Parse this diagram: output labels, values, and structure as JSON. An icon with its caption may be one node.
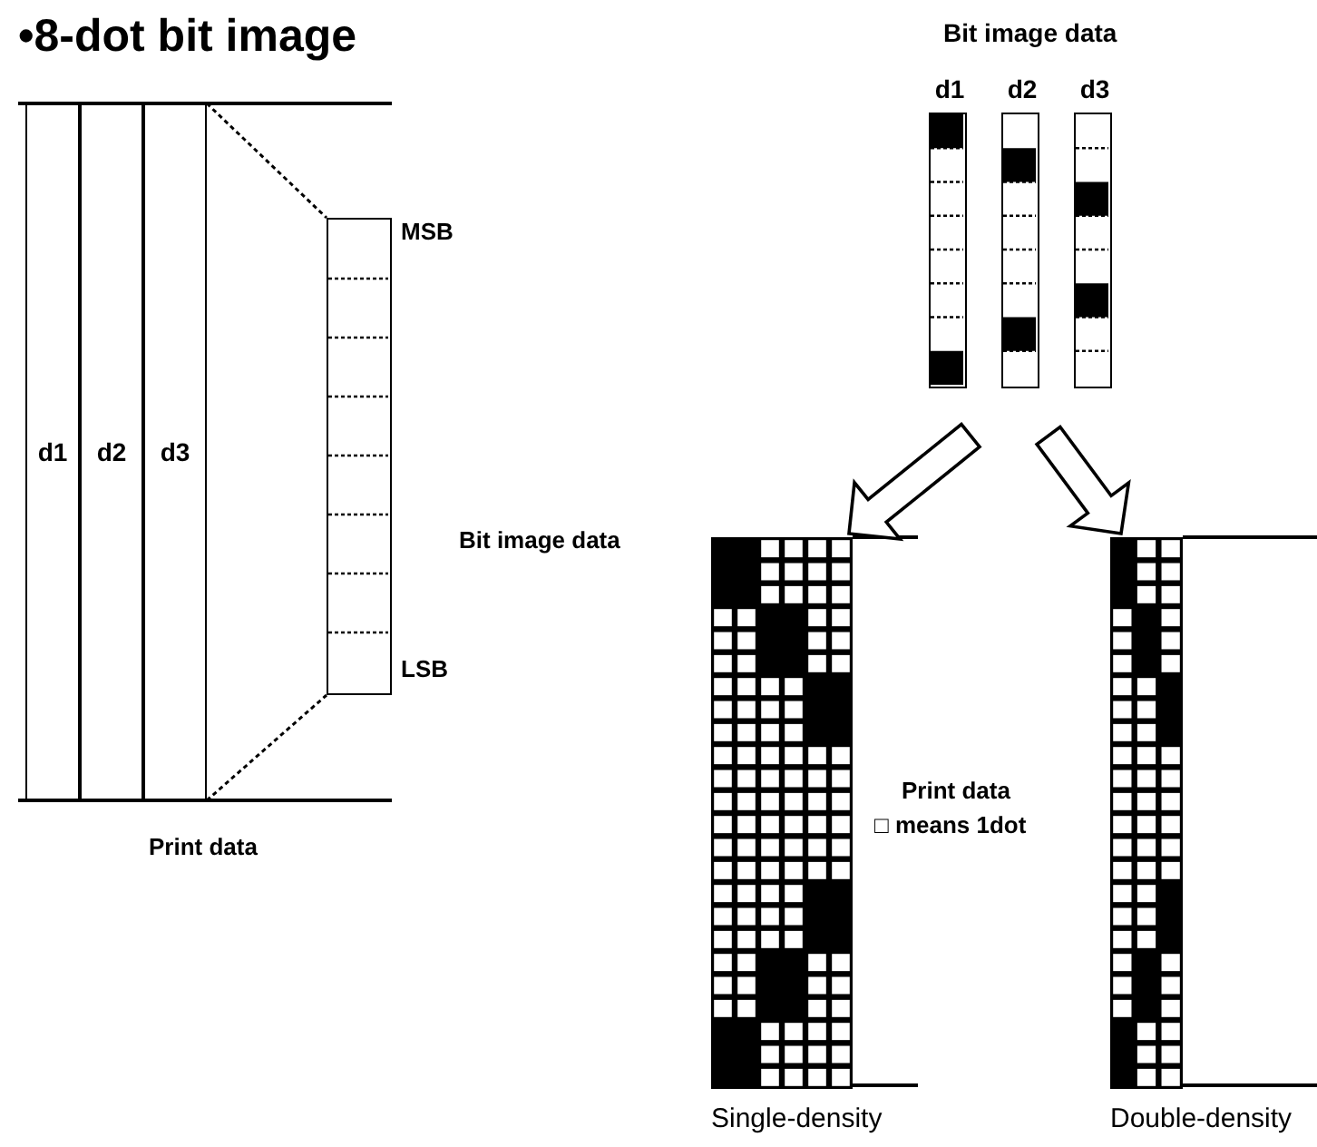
{
  "diagram": {
    "title": "•8-dot bit image",
    "nodes": [
      {
        "text": [
          "d1"
        ]
      },
      {
        "text": [
          "d2"
        ]
      },
      {
        "text": [
          "d3"
        ]
      },
      {
        "text": [],
        "shape": "bar",
        "beside": [
          "MSB",
          "LSB"
        ]
      },
      {
        "text": [
          "d1"
        ]
      },
      {
        "text": [
          "d2"
        ]
      },
      {
        "text": [
          "d3"
        ]
      },
      {
        "text": [
          "Single-density"
        ]
      },
      {
        "text": [
          "Double-density"
        ]
      }
    ],
    "edges": [
      {
        "from": 2,
        "to": 3,
        "arrow": "none",
        "style": "dashed"
      },
      {
        "from": 2,
        "to": 3,
        "arrow": "none",
        "style": "dashed"
      },
      {
        "from": null,
        "to": 7,
        "arrow": "to"
      },
      {
        "from": null,
        "to": 8,
        "arrow": "to"
      }
    ],
    "labels": [
      "Bit image data",
      "Bit image data",
      "Print data",
      "Print data",
      "□ means 1dot"
    ]
  }
}
